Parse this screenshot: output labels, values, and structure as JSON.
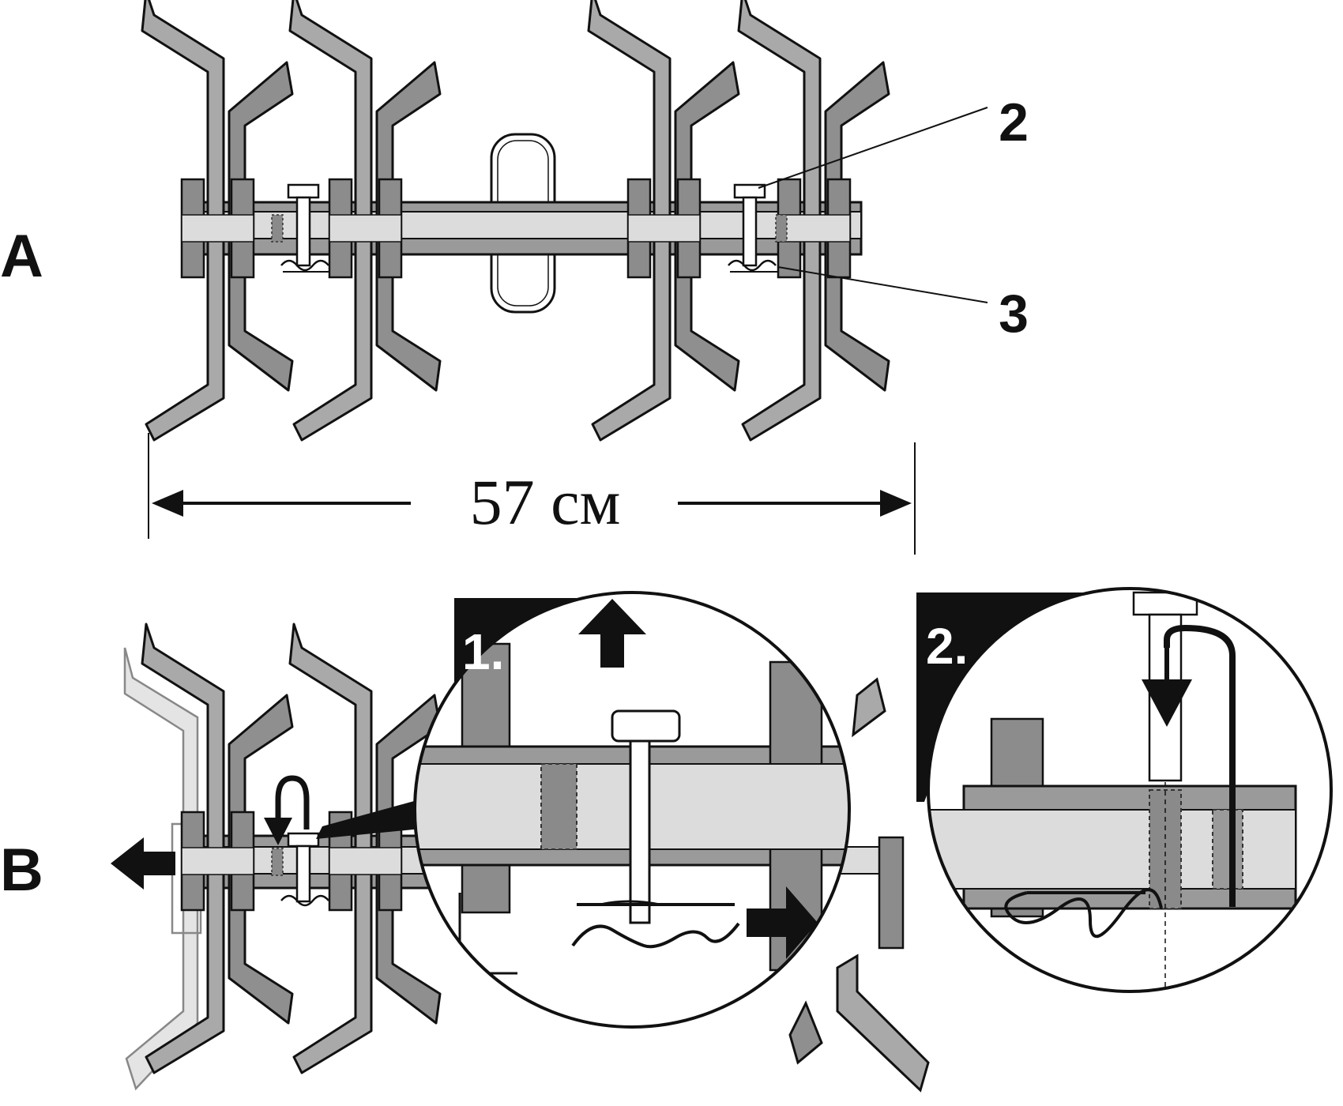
{
  "panels": {
    "a": {
      "letter": "A"
    },
    "b": {
      "letter": "B"
    }
  },
  "callouts": {
    "part_2": "2",
    "part_3": "3"
  },
  "dimension": {
    "width_label": "57 см"
  },
  "steps": {
    "step1": "1.",
    "step2": "2."
  },
  "colors": {
    "tine": "#a9a9a9",
    "tine_dark": "#8f8f8f",
    "shaft": "#dcdcdc",
    "hub": "#8c8c8c",
    "axle": "#9a9a9a",
    "outline": "#111111",
    "background": "#ffffff"
  }
}
